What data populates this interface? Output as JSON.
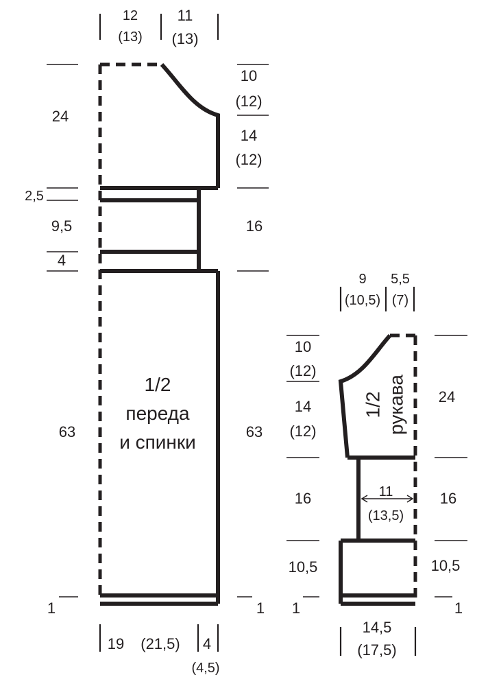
{
  "body_piece": {
    "title_line1": "1/2",
    "title_line2": "переда",
    "title_line3": "и спинки",
    "top_width_left": "12",
    "top_width_left_alt": "(13)",
    "top_width_right": "11",
    "top_width_right_alt": "(13)",
    "left_height_armhole": "24",
    "left_band_top": "2,5",
    "left_mid_section": "9,5",
    "left_band_bottom": "4",
    "left_height_body": "63",
    "left_hem": "1",
    "right_shoulder_slope": "10",
    "right_shoulder_slope_alt": "(12)",
    "right_armhole_straight": "14",
    "right_armhole_straight_alt": "(12)",
    "right_mid_section": "16",
    "right_height_body": "63",
    "right_hem": "1",
    "bottom_width": "19",
    "bottom_width_alt": "(21,5)",
    "bottom_extra": "4",
    "bottom_extra_alt": "(4,5)"
  },
  "sleeve_piece": {
    "title_line1": "1/2",
    "title_line2": "рукава",
    "top_width_left": "9",
    "top_width_left_alt": "(10,5)",
    "top_width_right": "5,5",
    "top_width_right_alt": "(7)",
    "left_cap_slope": "10",
    "left_cap_slope_alt": "(12)",
    "left_cap_side": "14",
    "left_cap_side_alt": "(12)",
    "left_mid": "16",
    "left_cuff": "10,5",
    "left_hem": "1",
    "inner_width": "11",
    "inner_width_alt": "(13,5)",
    "right_cap": "24",
    "right_mid": "16",
    "right_cuff": "10,5",
    "right_hem": "1",
    "bottom_width": "14,5",
    "bottom_width_alt": "(17,5)"
  }
}
